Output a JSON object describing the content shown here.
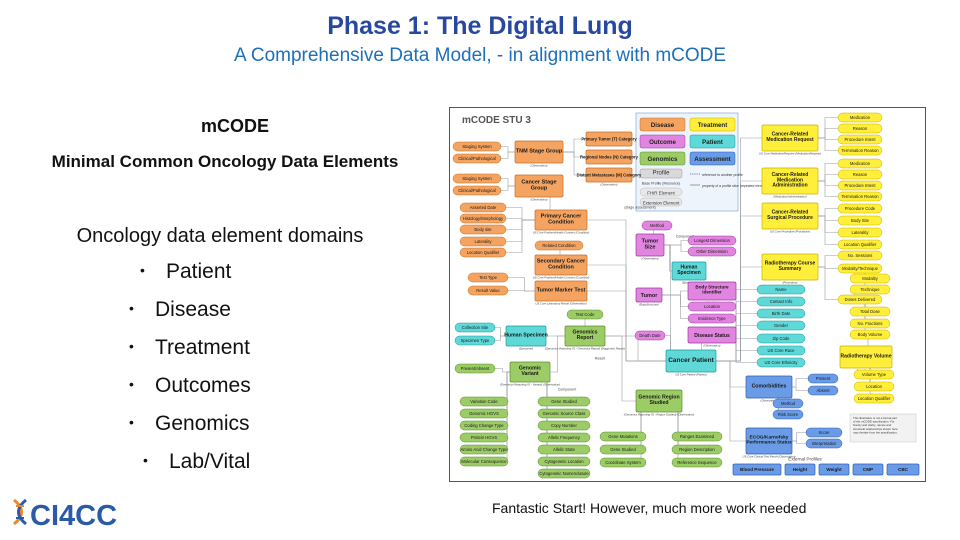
{
  "header": {
    "title": "Phase 1:  The Digital Lung",
    "subtitle": "A Comprehensive Data Model, - in alignment with mCODE"
  },
  "left": {
    "heading": "mCODE",
    "subheading": "Minimal Common Oncology Data Elements",
    "domains_heading": "Oncology data element domains",
    "domains": [
      "Patient",
      "Disease",
      "Treatment",
      "Outcomes",
      "Genomics",
      "Lab/Vital"
    ]
  },
  "footer": {
    "note": "Fantastic Start! However, much more work needed"
  },
  "logo": {
    "text": "CI4CC"
  },
  "colors": {
    "title": "#2748a0",
    "subtitle": "#1e6fb8",
    "orange": "#f4a460",
    "yellow": "#ffef3a",
    "purple": "#e285e0",
    "teal": "#5fd8d8",
    "green": "#9ccc65",
    "blue": "#6a9be6",
    "red": "#e85a4a"
  },
  "diagram": {
    "title": "mCODE STU 3",
    "legend": {
      "domains": [
        "Disease",
        "Treatment",
        "Outcome",
        "Patient",
        "Genomics",
        "Assessment"
      ],
      "profile": "Profile",
      "base_profile": "Base Profile (Resource)",
      "fhir_element": "FHIR Element",
      "extension_element": "Extension Element",
      "ref_note": "reference to another profile",
      "prop_note": "property of a profile slice (repeated element that is specialized)"
    },
    "nodes": [
      {
        "id": "tnm",
        "label": "TNM Stage Group",
        "color": "orange",
        "sub": "(Observation)"
      },
      {
        "id": "primtum",
        "label": "Primary Tumor (T) Category",
        "color": "orange"
      },
      {
        "id": "regnodes",
        "label": "Regional Nodes (N) Category",
        "color": "orange"
      },
      {
        "id": "distmet",
        "label": "Distant Metastases (M) Category",
        "color": "orange",
        "sub": "(Observation)"
      },
      {
        "id": "stagesys1",
        "label": "Staging System",
        "color": "orange"
      },
      {
        "id": "clinpath1",
        "label": "Clinical/Pathological",
        "color": "orange"
      },
      {
        "id": "stagesys2",
        "label": "Staging System",
        "color": "orange"
      },
      {
        "id": "clinpath2",
        "label": "Clinical/Pathological",
        "color": "orange"
      },
      {
        "id": "cancerstage",
        "label": "Cancer Stage Group",
        "color": "orange",
        "sub": "(Observation)"
      },
      {
        "id": "stageassess",
        "label": "(stage assessment)",
        "color": "none"
      },
      {
        "id": "asserted",
        "label": "Asserted Date",
        "color": "orange"
      },
      {
        "id": "histo",
        "label": "Histology/Morphology",
        "color": "orange"
      },
      {
        "id": "bodysite1",
        "label": "Body site",
        "color": "orange"
      },
      {
        "id": "laterality1",
        "label": "Laterality",
        "color": "orange"
      },
      {
        "id": "locqual1",
        "label": "Location Qualifier",
        "color": "orange"
      },
      {
        "id": "primary",
        "label": "Primary Cancer Condition",
        "color": "orange",
        "sub": "US Core Problem/Health Concern (Condition)"
      },
      {
        "id": "relcond",
        "label": "Related Condition",
        "color": "orange"
      },
      {
        "id": "secondary",
        "label": "Secondary Cancer Condition",
        "color": "orange",
        "sub": "US Core Problem/Health Concern (Condition)"
      },
      {
        "id": "testtype",
        "label": "Test Type",
        "color": "orange"
      },
      {
        "id": "resultval",
        "label": "Result Value",
        "color": "orange"
      },
      {
        "id": "tumormarker",
        "label": "Tumor Marker Test",
        "color": "orange",
        "sub": "US Core Laboratory Result (Observation)"
      },
      {
        "id": "method1",
        "label": "Method",
        "color": "purple"
      },
      {
        "id": "tumorsize",
        "label": "Tumor Size",
        "color": "purple",
        "sub": "(Observation)"
      },
      {
        "id": "component1",
        "label": "Component",
        "color": "none"
      },
      {
        "id": "longdim",
        "label": "Longest Dimension",
        "color": "purple"
      },
      {
        "id": "otherdim",
        "label": "Other Dimension",
        "color": "purple"
      },
      {
        "id": "humspec1",
        "label": "Human Specimen",
        "color": "teal",
        "sub": "(Specimen)"
      },
      {
        "id": "tumor",
        "label": "Tumor",
        "color": "purple",
        "sub": "(BodyStructure)"
      },
      {
        "id": "bodystruct",
        "label": "Body Structure Identifier",
        "color": "purple",
        "sub": "(Identifier)"
      },
      {
        "id": "location1",
        "label": "Location",
        "color": "purple"
      },
      {
        "id": "evidtype",
        "label": "Evidence Type",
        "color": "purple"
      },
      {
        "id": "deathdate",
        "label": "Death Date",
        "color": "purple"
      },
      {
        "id": "diseasestatus",
        "label": "Disease Status",
        "color": "purple",
        "sub": "(Observation)"
      },
      {
        "id": "testcode",
        "label": "Test Code",
        "color": "green"
      },
      {
        "id": "collsite",
        "label": "Collection Site",
        "color": "teal"
      },
      {
        "id": "spectype",
        "label": "Specimen Type",
        "color": "teal"
      },
      {
        "id": "humspec2",
        "label": "Human Specimen",
        "color": "teal",
        "sub": "(Specimen)"
      },
      {
        "id": "genreport",
        "label": "Genomics Report",
        "color": "green",
        "sub": "(Genomics Reporting IG - Genomics Report) (Diagnostic Report)"
      },
      {
        "id": "result1",
        "label": "Result",
        "color": "none"
      },
      {
        "id": "presabs1",
        "label": "Present/Absent",
        "color": "green"
      },
      {
        "id": "genvariant",
        "label": "Genomic Variant",
        "color": "green",
        "sub": "(Genomics Reporting IG - Variant) (Observation)"
      },
      {
        "id": "component2",
        "label": "Component",
        "color": "none"
      },
      {
        "id": "varcode",
        "label": "Variation Code",
        "color": "green"
      },
      {
        "id": "genhgvs",
        "label": "Genomic HGVS",
        "color": "green"
      },
      {
        "id": "codingchange",
        "label": "Coding Change Type",
        "color": "green"
      },
      {
        "id": "proteinhgvs",
        "label": "Protein HGVS",
        "color": "green"
      },
      {
        "id": "aachange",
        "label": "Amino Acid Change Type",
        "color": "green"
      },
      {
        "id": "molecconseq",
        "label": "Molecular Consequence",
        "color": "green"
      },
      {
        "id": "genestudied1",
        "label": "Gene Studied",
        "color": "green"
      },
      {
        "id": "genomsource",
        "label": "Genomic Source Class",
        "color": "green"
      },
      {
        "id": "copynum",
        "label": "Copy Number",
        "color": "green"
      },
      {
        "id": "allelic",
        "label": "Allelic Frequency",
        "color": "green"
      },
      {
        "id": "allelicstate",
        "label": "Allelic State",
        "color": "green"
      },
      {
        "id": "cytoloc",
        "label": "Cytogenetic Location",
        "color": "green"
      },
      {
        "id": "cytonom",
        "label": "Cytogenetic Nomenclature",
        "color": "green"
      },
      {
        "id": "genregion",
        "label": "Genomic Region Studied",
        "color": "green",
        "sub": "(Genomics Reporting IG - Region Studied) (Observation)"
      },
      {
        "id": "genemut",
        "label": "Gene Mutations",
        "color": "green"
      },
      {
        "id": "genestudied2",
        "label": "Gene Studied",
        "color": "green"
      },
      {
        "id": "coordsys",
        "label": "Coordinate System",
        "color": "green"
      },
      {
        "id": "rangesexam",
        "label": "Ranges Examined",
        "color": "green"
      },
      {
        "id": "regiondesc",
        "label": "Region Description",
        "color": "green"
      },
      {
        "id": "refseq",
        "label": "Reference Sequence",
        "color": "green"
      },
      {
        "id": "cancerpatient",
        "label": "Cancer Patient",
        "color": "teal",
        "sub": "US Core Patient (Patient)"
      },
      {
        "id": "name",
        "label": "Name",
        "color": "teal"
      },
      {
        "id": "contact",
        "label": "Contact Info",
        "color": "teal"
      },
      {
        "id": "birthdate",
        "label": "Birth Date",
        "color": "teal"
      },
      {
        "id": "gender",
        "label": "Gender",
        "color": "teal"
      },
      {
        "id": "zip",
        "label": "Zip Code",
        "color": "teal"
      },
      {
        "id": "race",
        "label": "US Core Race",
        "color": "teal"
      },
      {
        "id": "ethnicity",
        "label": "US Core Ethnicity",
        "color": "teal"
      },
      {
        "id": "medreq",
        "label": "Cancer-Related Medication Request",
        "color": "yellow",
        "sub": "US Core MedicationRequest (MedicationRequest)"
      },
      {
        "id": "med1",
        "label": "Medication",
        "color": "yellow"
      },
      {
        "id": "reason1",
        "label": "Reason",
        "color": "yellow"
      },
      {
        "id": "procintent1",
        "label": "Procedure Intent",
        "color": "yellow"
      },
      {
        "id": "termreason1",
        "label": "Termination Reason",
        "color": "yellow"
      },
      {
        "id": "medadmin",
        "label": "Cancer-Related Medication Administration",
        "color": "yellow",
        "sub": "(MedicationAdministration)"
      },
      {
        "id": "med2",
        "label": "Medication",
        "color": "yellow"
      },
      {
        "id": "reason2",
        "label": "Reason",
        "color": "yellow"
      },
      {
        "id": "procintent2",
        "label": "Procedure Intent",
        "color": "yellow"
      },
      {
        "id": "termreason2",
        "label": "Termination Reason",
        "color": "yellow"
      },
      {
        "id": "surgical",
        "label": "Cancer-Related Surgical Procedure",
        "color": "yellow",
        "sub": "US Core Procedure (Procedure)"
      },
      {
        "id": "proccode",
        "label": "Procedure Code",
        "color": "yellow"
      },
      {
        "id": "bodysite2",
        "label": "Body Site",
        "color": "yellow"
      },
      {
        "id": "laterality2",
        "label": "Laterality",
        "color": "yellow"
      },
      {
        "id": "locqual2",
        "label": "Location Qualifier",
        "color": "yellow"
      },
      {
        "id": "radsummary",
        "label": "Radiotherapy Course Summary",
        "color": "yellow",
        "sub": "(Procedure)"
      },
      {
        "id": "sessions",
        "label": "No. Sessions",
        "color": "yellow"
      },
      {
        "id": "modality",
        "label": "Modality/Technique",
        "color": "yellow"
      },
      {
        "id": "modality2",
        "label": "Modality",
        "color": "yellow"
      },
      {
        "id": "technique",
        "label": "Technique",
        "color": "yellow"
      },
      {
        "id": "dosesdel",
        "label": "Doses Delivered",
        "color": "yellow"
      },
      {
        "id": "totaldose",
        "label": "Total Dose",
        "color": "yellow"
      },
      {
        "id": "nofractions",
        "label": "No. Fractions",
        "color": "yellow"
      },
      {
        "id": "bodyvol",
        "label": "Body Volume",
        "color": "yellow"
      },
      {
        "id": "radvolume",
        "label": "Radiotherapy Volume",
        "color": "yellow",
        "sub": "(BodyStructure)"
      },
      {
        "id": "voltype",
        "label": "Volume Type",
        "color": "yellow"
      },
      {
        "id": "location2",
        "label": "Location",
        "color": "yellow"
      },
      {
        "id": "locqual3",
        "label": "Location Qualifier",
        "color": "yellow"
      },
      {
        "id": "comorb",
        "label": "Comorbidities",
        "color": "blue",
        "sub": "(Observation)"
      },
      {
        "id": "present",
        "label": "Present",
        "color": "blue"
      },
      {
        "id": "absent",
        "label": "Absent",
        "color": "blue"
      },
      {
        "id": "method2",
        "label": "Method",
        "color": "blue"
      },
      {
        "id": "riskscore",
        "label": "Risk Score",
        "color": "blue"
      },
      {
        "id": "ecog",
        "label": "ECOG/Karnofsky Performance Status",
        "color": "blue",
        "sub": "US Core Clinical Test Result (Observation)"
      },
      {
        "id": "score",
        "label": "Score",
        "color": "blue"
      },
      {
        "id": "interp",
        "label": "Interpretation",
        "color": "blue"
      },
      {
        "id": "extprofiles",
        "label": "External Profiles",
        "color": "none"
      },
      {
        "id": "bp",
        "label": "Blood Pressure",
        "color": "blue"
      },
      {
        "id": "height",
        "label": "Height",
        "color": "blue"
      },
      {
        "id": "weight",
        "label": "Weight",
        "color": "blue"
      },
      {
        "id": "cmp",
        "label": "CMP",
        "color": "blue"
      },
      {
        "id": "cbc",
        "label": "CBC",
        "color": "blue"
      }
    ],
    "note": "This illustration is not a formal part of the mCODE specification. For brevity and clarity, names and structural relationships shown here may deviate from the specification."
  }
}
